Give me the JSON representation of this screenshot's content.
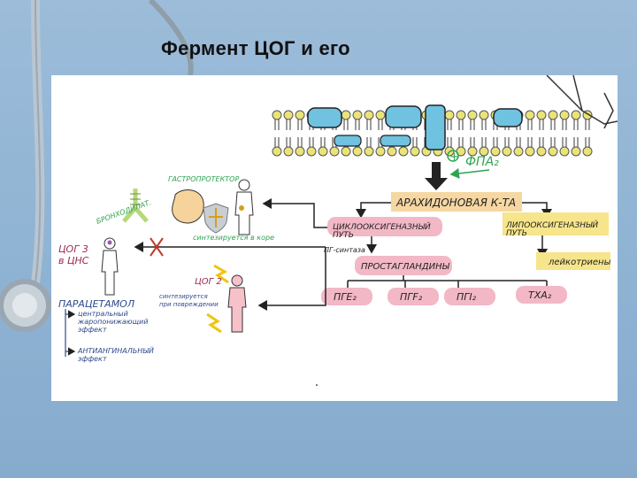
{
  "slide": {
    "title": "Фермент ЦОГ и его"
  },
  "colors": {
    "lipid_head": "#e9e37a",
    "channel": "#6fc2e0",
    "box_fill": "#f2b8c6",
    "label_box": "#f6d7a2",
    "arrow_green": "#2ea44f",
    "tail": "#3a3a3a"
  },
  "diagram": {
    "fpa2": "ФПА₂",
    "plus": "+",
    "arachidonic": "АРАХИДОНОВАЯ К-ТА",
    "cox_path": "ЦИКЛООКСИГЕНАЗНЫЙ ПУТЬ",
    "lox_path": "ЛИПООКСИГЕНАЗНЫЙ ПУТЬ",
    "pg_synthase": "ПГ-синтаза",
    "prostaglandins": "ПРОСТАГЛАНДИНЫ",
    "leukotrienes": "лейкотриены",
    "products": [
      "ПГЕ₂",
      "ПГF₂",
      "ПГI₂",
      "ТХА₂"
    ],
    "bronchodilation": "БРОНХОДИЛАТ.",
    "gastroprotector": "ГАСТРОПРОТЕКТОР",
    "synth_in_body": "синтезируется в коре",
    "cox3": "ЦОГ 3\nв ЦНС",
    "cox2": "ЦОГ 2",
    "cox2_note": "синтезируется\nпри повреждении",
    "paracetamol": "ПАРАЦЕТАМОЛ",
    "central_effect": "центральный\nжаропонижающий\nэффект",
    "analgesic_effect": "АНТИАНГИНАЛЬНЫЙ\nэффект"
  }
}
